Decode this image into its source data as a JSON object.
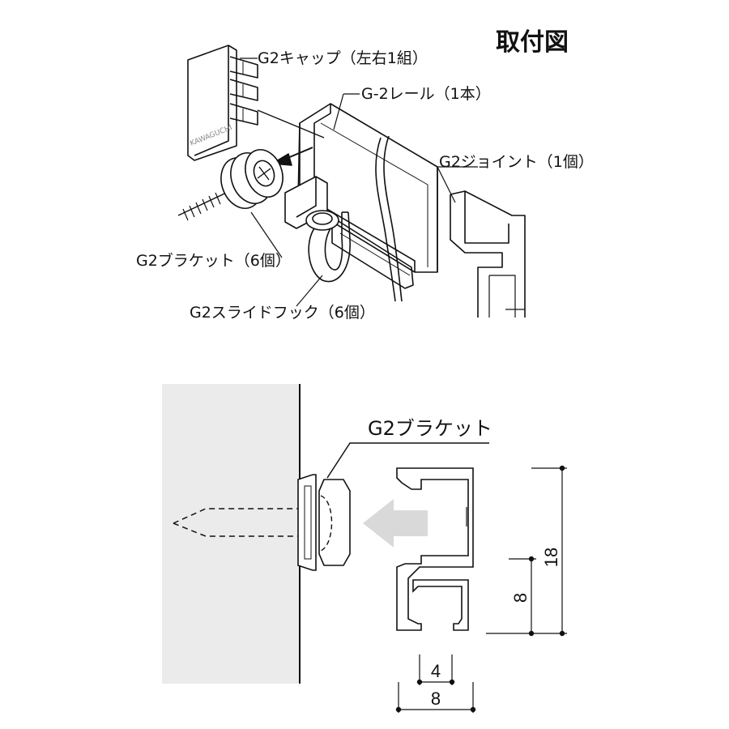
{
  "title": "取付図",
  "parts": {
    "cap": "G2キャップ（左右1組）",
    "rail": "G-2レール（1本）",
    "joint": "G2ジョイント（1個）",
    "bracket": "G2ブラケット（6個）",
    "hook": "G2スライドフック（6個）"
  },
  "section": {
    "bracket_label": "G2ブラケット",
    "dims": {
      "height_total": "18",
      "height_lower": "8",
      "width_slot": "4",
      "width_total": "8"
    }
  }
}
